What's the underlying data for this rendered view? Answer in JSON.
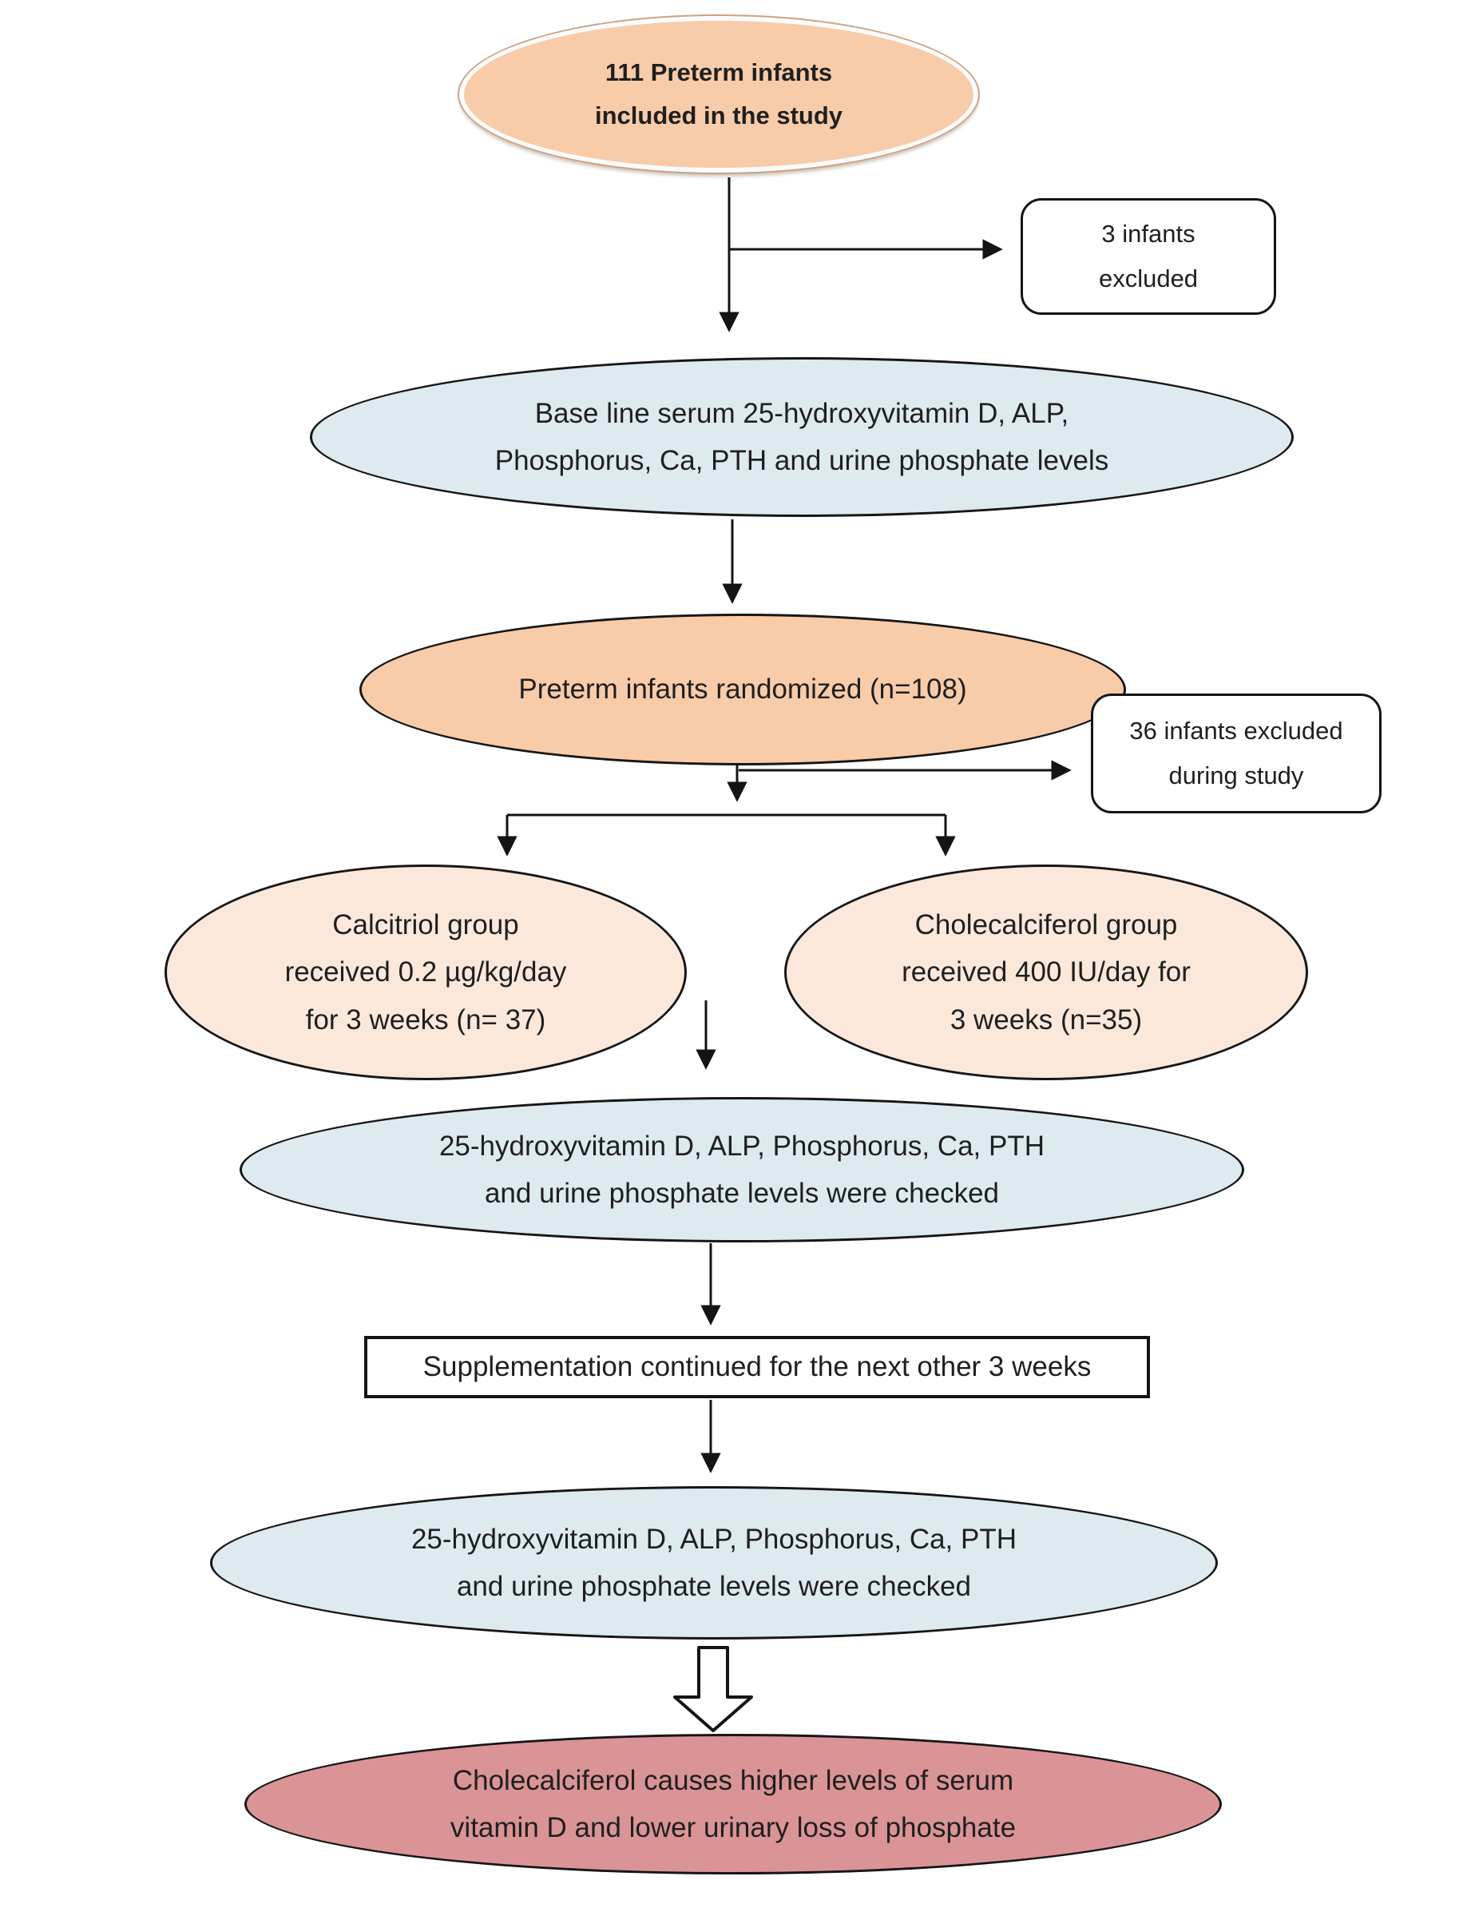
{
  "diagram": {
    "description": "Study flowchart of preterm infants receiving vitamin D supplementation",
    "colors": {
      "peach": "#F8CBA9",
      "light_peach": "#FBE8DB",
      "light_blue": "#DDEAF0",
      "rose": "#DA9496",
      "stroke": "#161616",
      "background": "#FFFFFF"
    },
    "nodes": {
      "included": {
        "label": "111 Preterm infants\nincluded in the study"
      },
      "excluded_3": {
        "label": "3 infants\nexcluded"
      },
      "baseline": {
        "label": "Base line serum 25-hydroxyvitamin D, ALP,\nPhosphorus, Ca, PTH and urine phosphate levels"
      },
      "randomized": {
        "label": "Preterm infants randomized (n=108)"
      },
      "excluded_36": {
        "label": "36 infants excluded\nduring study"
      },
      "calcitriol": {
        "label": "Calcitriol group\nreceived 0.2 µg/kg/day\nfor 3 weeks (n= 37)"
      },
      "cholecalciferol": {
        "label": "Cholecalciferol group\nreceived 400 IU/day for\n3 weeks (n=35)"
      },
      "checked_mid": {
        "label": "25-hydroxyvitamin D, ALP, Phosphorus, Ca, PTH\nand urine phosphate levels were checked"
      },
      "supplementation": {
        "label": "Supplementation continued for the next other 3 weeks"
      },
      "checked_final": {
        "label": "25-hydroxyvitamin D, ALP, Phosphorus, Ca, PTH\nand urine phosphate levels were checked"
      },
      "conclusion": {
        "label": "Cholecalciferol causes higher levels of serum\nvitamin D and lower urinary loss of phosphate"
      }
    }
  }
}
